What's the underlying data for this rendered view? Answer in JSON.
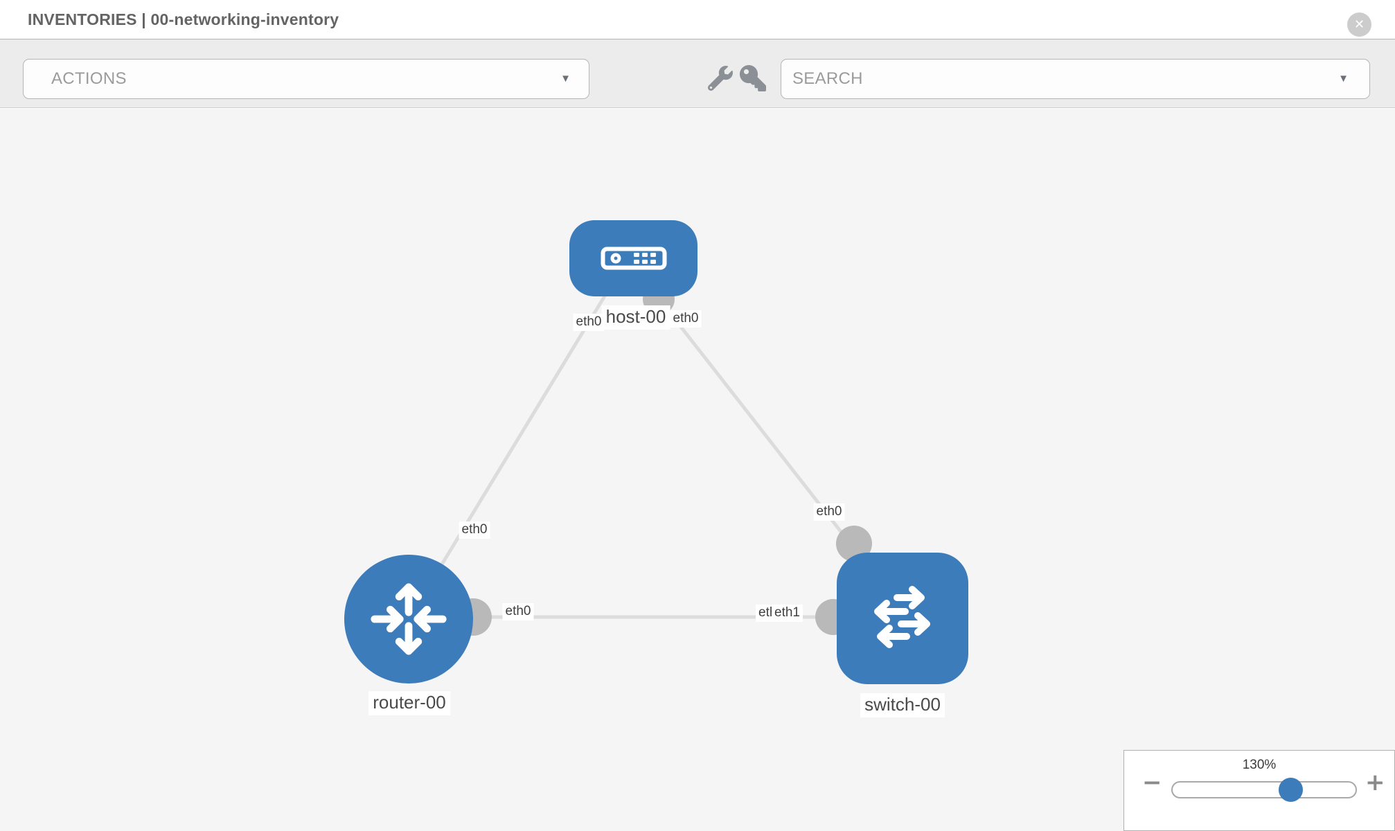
{
  "header": {
    "title": "INVENTORIES | 00-networking-inventory"
  },
  "toolbar": {
    "actions": {
      "value": "ACTIONS"
    },
    "search": {
      "placeholder": "SEARCH"
    },
    "icons": [
      "wrench-icon",
      "key-icon"
    ]
  },
  "glyphs": {
    "close": "✕",
    "caret": "▼"
  },
  "topology": {
    "nodes": [
      {
        "label": "host-00",
        "type": "host"
      },
      {
        "label": "router-00",
        "type": "router"
      },
      {
        "label": "switch-00",
        "type": "switch"
      }
    ],
    "interfaces": [
      "eth0",
      "eth0",
      "eth0",
      "eth0",
      "eth0",
      "eth0",
      "eth1"
    ],
    "links": [
      {
        "from": "host-00",
        "to": "router-00"
      },
      {
        "from": "host-00",
        "to": "switch-00"
      },
      {
        "from": "router-00",
        "to": "switch-00"
      }
    ]
  },
  "zoom": {
    "level": "130%",
    "minus": "−",
    "plus": "+"
  },
  "colors": {
    "node_blue": "#3c7cba",
    "link_gray": "#dcdcdc",
    "connector_gray": "#b9b9b9",
    "canvas_bg": "#f5f5f6"
  }
}
